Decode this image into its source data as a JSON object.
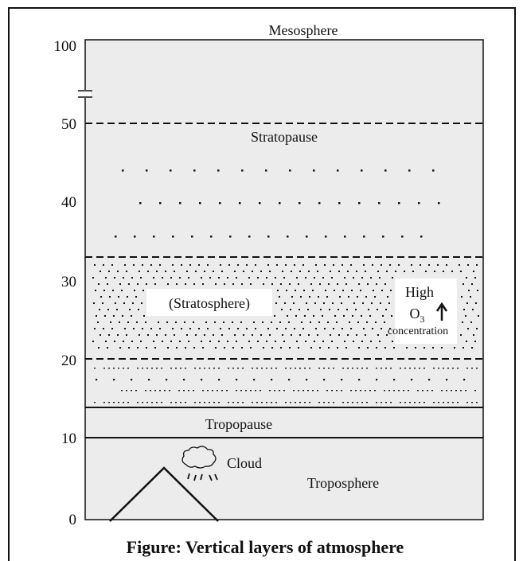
{
  "figure": {
    "caption": "Figure: Vertical layers of atmosphere",
    "top_label": "Mesosphere"
  },
  "y_axis": {
    "ticks": [
      "100",
      "50",
      "40",
      "30",
      "20",
      "10",
      "0"
    ],
    "break_marker": true
  },
  "layers": {
    "stratopause": "Stratopause",
    "stratosphere": "(Stratosphere)",
    "tropopause": "Tropopause",
    "troposphere": "Troposphere"
  },
  "ozone_note": {
    "line1": "High",
    "line2_base": "O",
    "line2_sub": "3",
    "line3": "concentration",
    "arrow": "up-arrow"
  },
  "cloud": {
    "label": "Cloud",
    "icon": "cloud-with-rain-icon"
  },
  "colors": {
    "panel_fill": "#ececec",
    "line": "#111111"
  }
}
